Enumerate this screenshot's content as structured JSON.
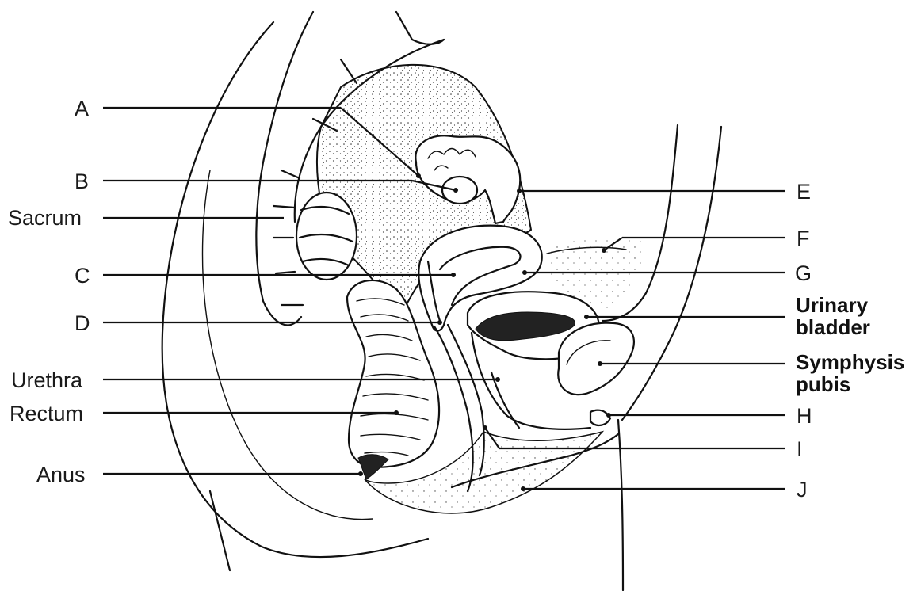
{
  "labels": {
    "a": "A",
    "b": "B",
    "sacrum": "Sacrum",
    "c": "C",
    "d": "D",
    "urethra": "Urethra",
    "rectum": "Rectum",
    "anus": "Anus",
    "e": "E",
    "f": "F",
    "g": "G",
    "urinary_bladder_line1": "Urinary",
    "urinary_bladder_line2": "bladder",
    "symphysis_pubis_line1": "Symphysis",
    "symphysis_pubis_line2": "pubis",
    "h": "H",
    "i": "I",
    "j": "J"
  },
  "colors": {
    "ink": "#111111",
    "stipple": "#333333",
    "background": "#ffffff"
  }
}
